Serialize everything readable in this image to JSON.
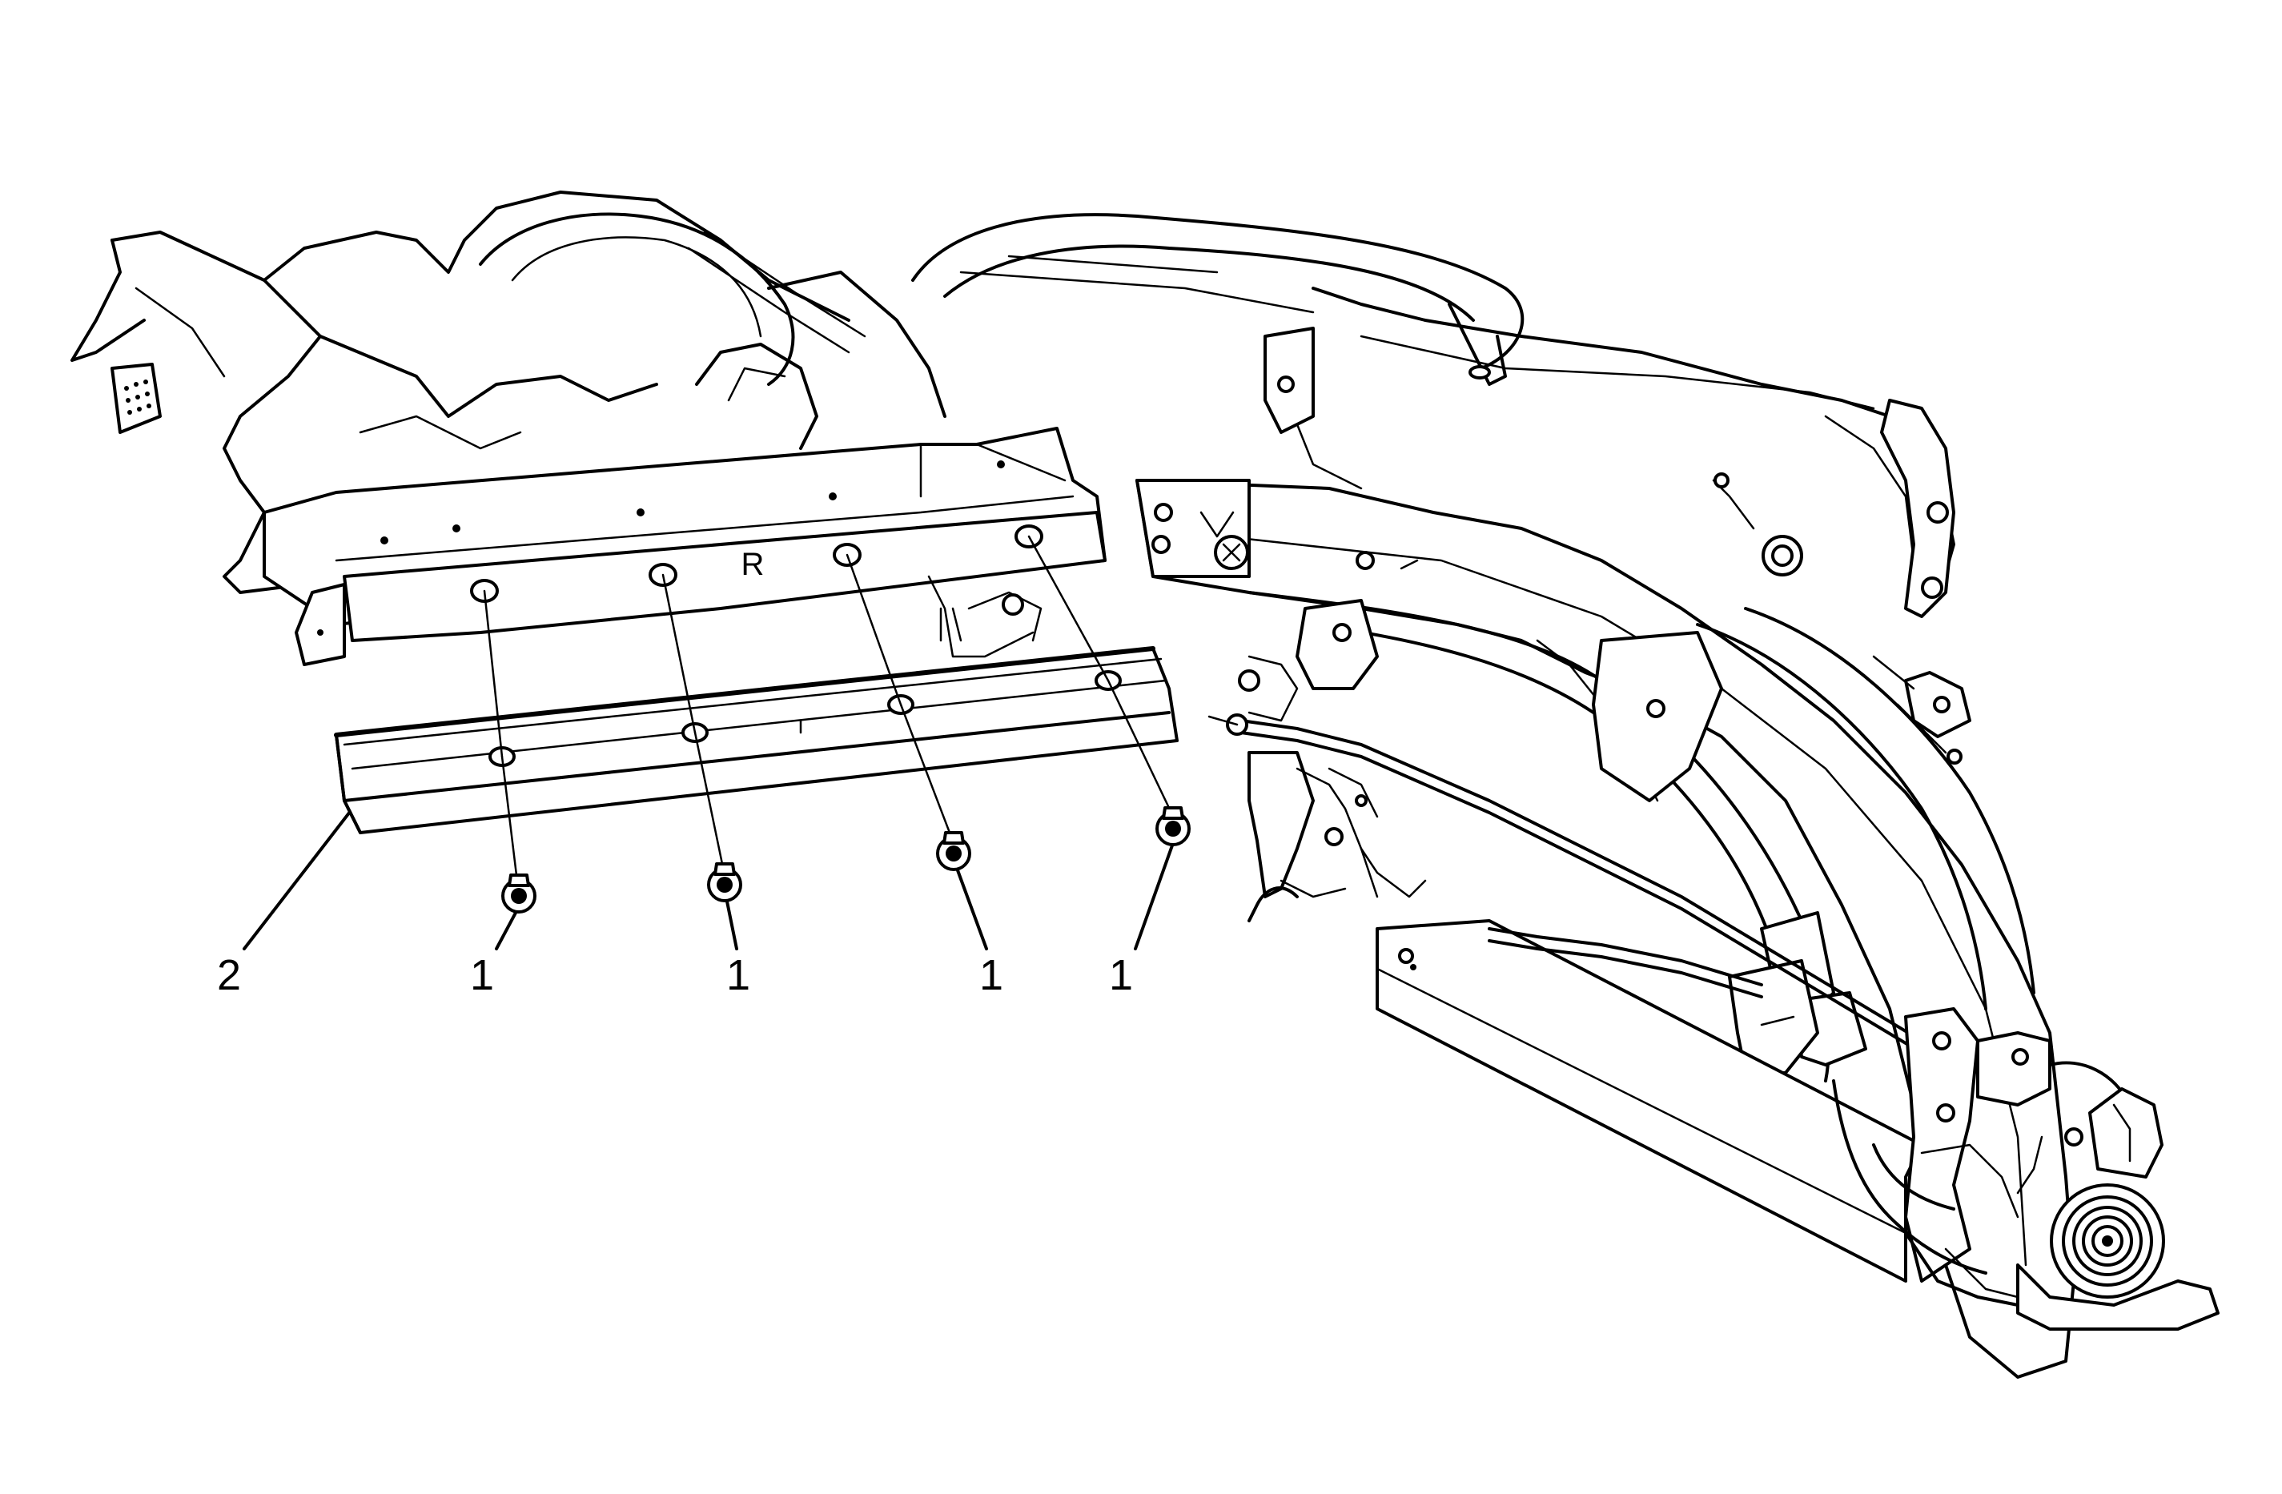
{
  "diagram": {
    "colors": {
      "line": "#000000",
      "background": "#ffffff"
    },
    "part_marking": "R",
    "callouts": [
      {
        "id": "c2",
        "label": "2"
      },
      {
        "id": "c1a",
        "label": "1"
      },
      {
        "id": "c1b",
        "label": "1"
      },
      {
        "id": "c1c",
        "label": "1"
      },
      {
        "id": "c1d",
        "label": "1"
      }
    ]
  }
}
